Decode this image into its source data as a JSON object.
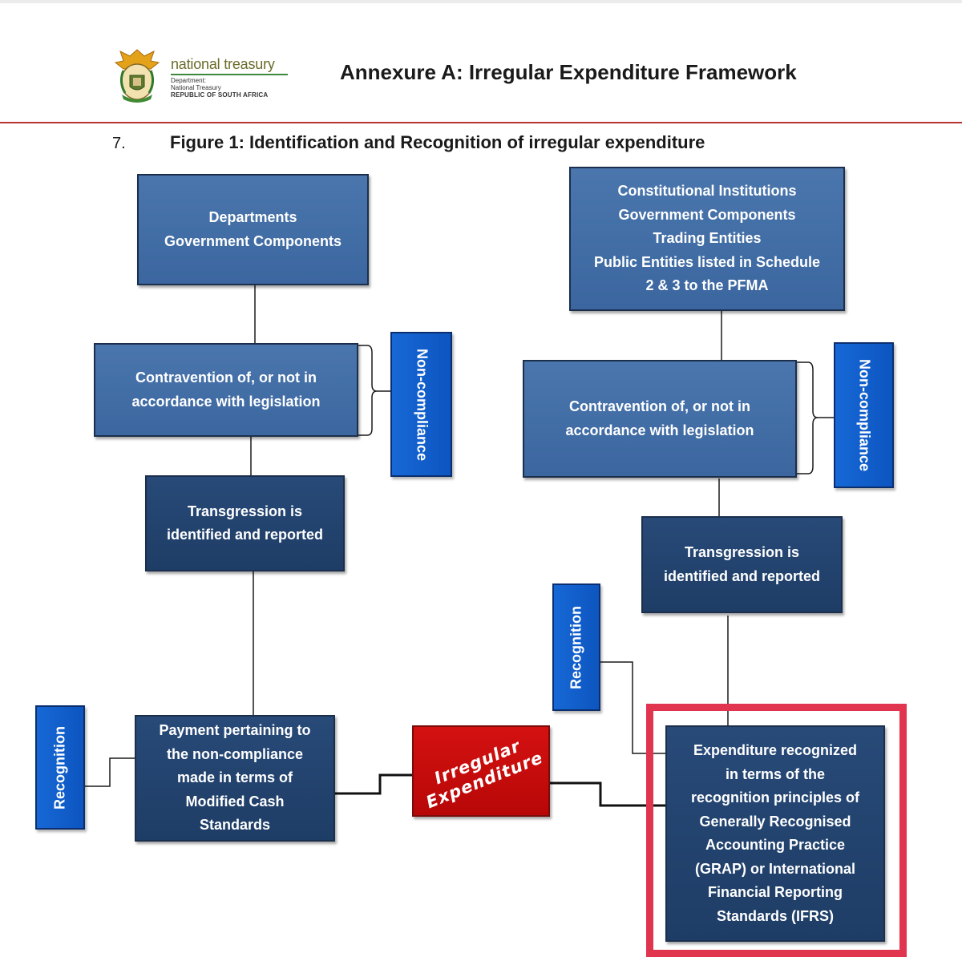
{
  "header": {
    "logo": {
      "name": "national treasury",
      "dept_line1": "Department:",
      "dept_line2": "National Treasury",
      "dept_line3": "REPUBLIC OF SOUTH AFRICA"
    },
    "title": "Annexure A: Irregular Expenditure Framework"
  },
  "figure": {
    "number": "7.",
    "title": "Figure 1: Identification and Recognition of irregular expenditure"
  },
  "diagram": {
    "left": {
      "entities": "Departments\nGovernment Components",
      "contravention": "Contravention of, or not in\naccordance with legislation",
      "non_compliance": "Non-compliance",
      "transgression": "Transgression is\nidentified and reported",
      "payment": "Payment pertaining to\nthe non-compliance\nmade in terms of\nModified Cash\nStandards",
      "recognition": "Recognition"
    },
    "right": {
      "entities": "Constitutional Institutions\nGovernment Components\nTrading Entities\nPublic Entities listed in Schedule\n2 & 3 to the PFMA",
      "contravention": "Contravention of, or not in\naccordance with legislation",
      "non_compliance": "Non-compliance",
      "transgression": "Transgression is\nidentified and reported",
      "recognition": "Recognition",
      "expenditure": "Expenditure recognized\nin terms of the\nrecognition principles of\nGenerally Recognised\nAccounting Practice\n(GRAP) or International\nFinancial Reporting\nStandards (IFRS)"
    },
    "center": {
      "irregular": "Irregular\nExpenditure"
    },
    "colors": {
      "box_mid": "#3f6aa3",
      "box_dark": "#213f69",
      "label_blue": "#1262d0",
      "irregular_red": "#c80c0c",
      "highlight": "#e0344f",
      "rule_red": "#b5342e"
    }
  }
}
